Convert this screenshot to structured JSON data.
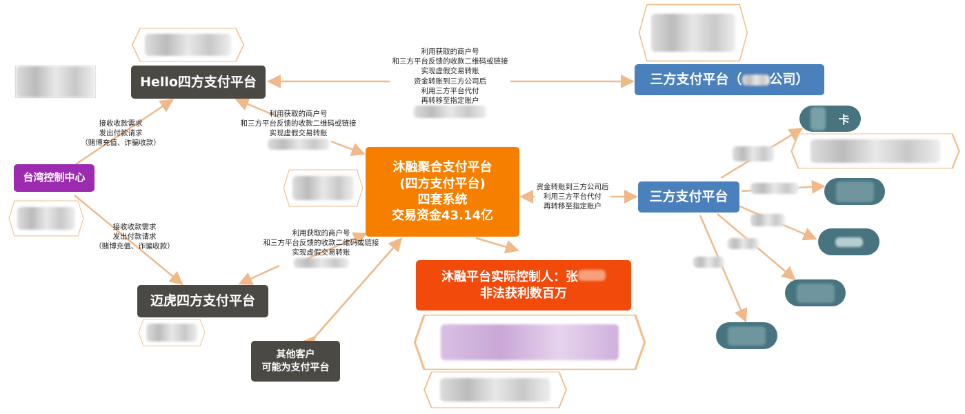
{
  "nodes": {
    "hello": "Hello四方支付平台",
    "third_company_prefix": "三方支付平台（",
    "third_company_suffix": "公司）",
    "taiwan": "台湾控制中心",
    "center": [
      "沐融聚合支付平台",
      "(四方支付平台)",
      "四套系统",
      "交易资金43.14亿"
    ],
    "third": "三方支付平台",
    "controller": [
      "沐融平台实际控制人：张",
      "非法获利数百万"
    ],
    "maihu": "迈虎四方支付平台",
    "other": [
      "其他客户",
      "可能为支付平台"
    ],
    "card": "卡"
  },
  "labels": {
    "top": [
      "利用获取的商户号",
      "和三方平台反馈的收款二维码或链接",
      "实现虚假交易转账",
      "资金转账到三方公司后",
      "利用三方平台代付",
      "再转移至指定账户"
    ],
    "hello_center": [
      "利用获取的商户号",
      "和三方平台反馈的收款二维码或链接",
      "实现虚假交易转账"
    ],
    "taiwan_hello": [
      "接收收款需求",
      "发出付款请求",
      "（赌博充值、诈骗收款）"
    ],
    "taiwan_maihu": [
      "接收收款需求",
      "发出付款请求",
      "（赌博充值、诈骗收款）"
    ],
    "maihu_center": [
      "利用获取的商户号",
      "和三方平台反馈的收款二维码或链接",
      "实现虚假交易转账"
    ],
    "center_third": [
      "资金转账到三方公司后",
      "利用三方平台代付",
      "再转移至指定账户"
    ]
  },
  "colors": {
    "dark": "#4a4944",
    "blue": "#4a80bb",
    "purple": "#9c2bb0",
    "orange": "#f77f00",
    "red": "#f24a0a",
    "teal": "#47747f",
    "arrow": "#f0b98a"
  }
}
